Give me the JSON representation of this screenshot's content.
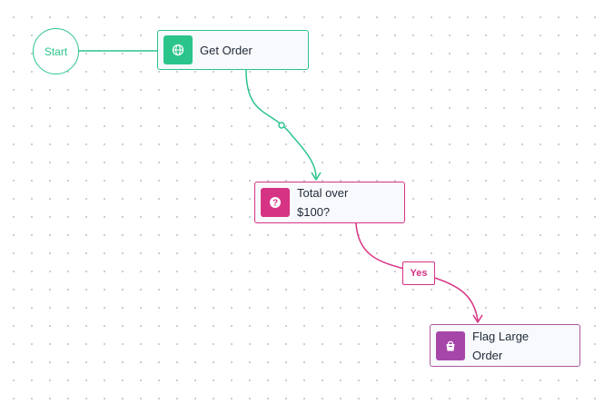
{
  "nodes": {
    "start": {
      "label": "Start"
    },
    "get_order": {
      "label": "Get Order",
      "icon": "globe-icon",
      "color": "#2bc48b"
    },
    "total_check": {
      "label_line1": "Total over",
      "label_line2": "$100?",
      "icon": "question-icon",
      "color": "#d63384"
    },
    "flag_order": {
      "label_line1": "Flag Large",
      "label_line2": "Order",
      "icon": "bag-icon",
      "color": "#a646a9"
    }
  },
  "edges": {
    "start_to_get_order": {
      "color": "#2bc48b"
    },
    "get_order_to_total": {
      "color": "#2bc48b"
    },
    "total_to_flag": {
      "label": "Yes",
      "color": "#d63384"
    }
  },
  "colors": {
    "canvas_dots": "#c9ccd3"
  }
}
